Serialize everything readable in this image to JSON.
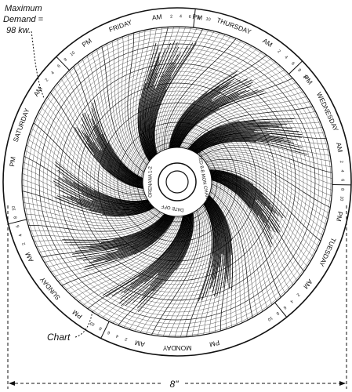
{
  "annotations": {
    "max_demand_line1": "Maximum",
    "max_demand_line2": "Demand =",
    "max_demand_line3": "98 kw.",
    "chart_label": "Chart",
    "diameter_label": "8\""
  },
  "center_label": {
    "left": "ORENANA 1-2",
    "right": "STARTED 8-8 MON CHAN 1-1-4",
    "bottom": "DATE OFF"
  },
  "day_labels": [
    {
      "name": "day-monday",
      "text": "MONDAY"
    },
    {
      "name": "day-tuesday",
      "text": "TUESDAY"
    },
    {
      "name": "day-wednesday",
      "text": "WEDNESDAY"
    },
    {
      "name": "day-thursday",
      "text": "THURSDAY"
    },
    {
      "name": "day-friday",
      "text": "FRIDAY"
    },
    {
      "name": "day-saturday",
      "text": "SATURDAY"
    },
    {
      "name": "day-sunday",
      "text": "SUNDAY"
    }
  ],
  "period_labels": {
    "am": "AM",
    "pm": "PM"
  },
  "hour_labels": [
    "2",
    "4",
    "6",
    "8",
    "10"
  ],
  "colors": {
    "ink": "#111111",
    "paper": "#ffffff"
  }
}
